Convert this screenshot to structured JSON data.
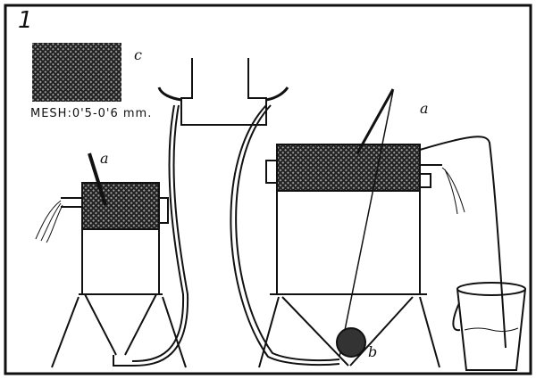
{
  "figure": {
    "number": "1",
    "mesh_label": "MESH:0'5-0'6 mm.",
    "labels": {
      "c": "c",
      "a_small": "a",
      "a_large": "a",
      "b": "b"
    }
  },
  "colors": {
    "ink": "#111111",
    "paper": "#ffffff"
  }
}
